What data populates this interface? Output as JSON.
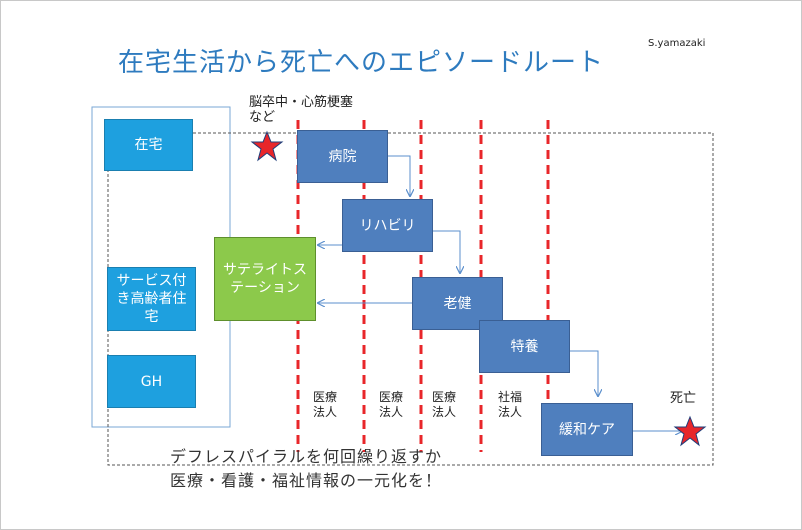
{
  "header": {
    "title": "在宅生活から死亡へのエピソードルート",
    "author": "S.yamazaki"
  },
  "boxes": {
    "home": "在宅",
    "elderly_housing": "サービス付き高齢者住宅",
    "gh": "GH",
    "satellite": "サテライトステーション",
    "hospital": "病院",
    "rehab": "リハビリ",
    "roken": "老健",
    "tokuyou": "特養",
    "palliative": "緩和ケア"
  },
  "events": {
    "stroke": "脳卒中・心筋梗塞など",
    "death": "死亡"
  },
  "zones": [
    "医療法人",
    "医療法人",
    "医療法人",
    "社福法人"
  ],
  "notes": {
    "line1": "デフレスパイラルを何回繰り返すか",
    "line2": "医療・看護・福祉情報の一元化を！"
  },
  "colors": {
    "title": "#2e7bbf",
    "cyan_box": "#1ea0df",
    "blue_box": "#4f7fbe",
    "green_box": "#8cc94b",
    "dashed_red": "#e8262a",
    "star": "#e8262a"
  }
}
